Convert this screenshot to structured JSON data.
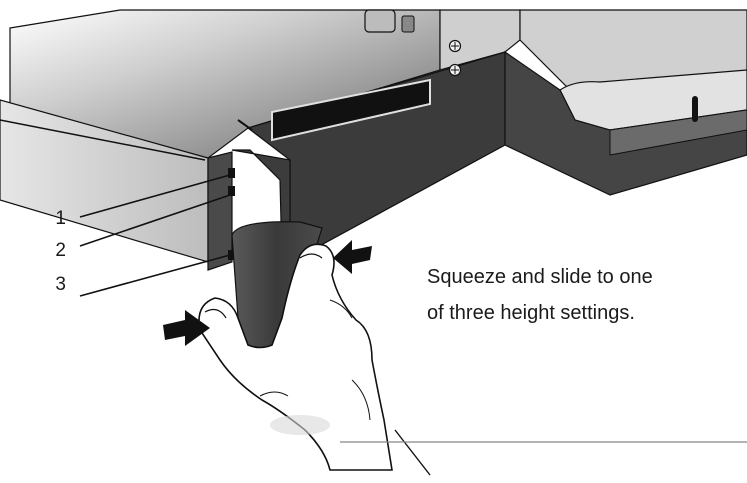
{
  "callouts": [
    {
      "number": "1"
    },
    {
      "number": "2"
    },
    {
      "number": "3"
    }
  ],
  "caption": {
    "line1": "Squeeze and slide to one",
    "line2": "of three height settings."
  },
  "icons": [
    "hand-icon",
    "squeeze-arrow-left-icon",
    "squeeze-arrow-right-icon",
    "screw-icon"
  ],
  "colors": {
    "line_art": "#111111",
    "dark_panel": "#3b3b3b",
    "mid_gray": "#8a8a8a",
    "light_gray": "#d9d9d9",
    "background": "#ffffff"
  }
}
